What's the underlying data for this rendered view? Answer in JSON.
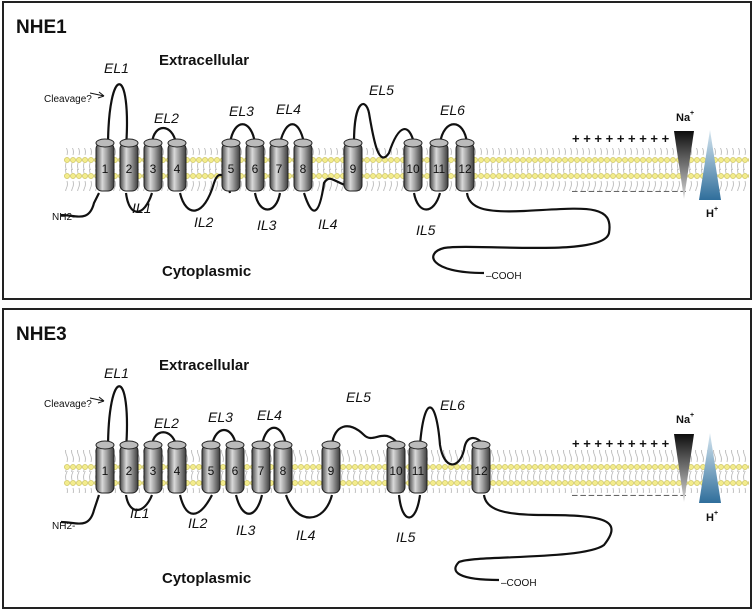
{
  "panels": [
    {
      "title": "NHE1",
      "extracellular": "Extracellular",
      "cytoplasmic": "Cytoplasmic",
      "cleavage": "Cleavage?",
      "nterm": "NH2-",
      "cterm": "–COOH",
      "na": "Na",
      "h": "H",
      "plus": "+ + + + + + + + +",
      "minus": "– – – – – – – – – – – – – –",
      "helices": [
        "1",
        "2",
        "3",
        "4",
        "5",
        "6",
        "7",
        "8",
        "9",
        "10",
        "11",
        "12"
      ],
      "loops": {
        "el1": "EL1",
        "el2": "EL2",
        "el3": "EL3",
        "el4": "EL4",
        "el5": "EL5",
        "el6": "EL6",
        "il1": "IL1",
        "il2": "IL2",
        "il3": "IL3",
        "il4": "IL4",
        "il5": "IL5"
      }
    },
    {
      "title": "NHE3",
      "extracellular": "Extracellular",
      "cytoplasmic": "Cytoplasmic",
      "cleavage": "Cleavage?",
      "nterm": "NH2-",
      "cterm": "–COOH",
      "na": "Na",
      "h": "H",
      "plus": "+ + + + + + + + +",
      "minus": "– – – – – – – – – – – – – –",
      "helices": [
        "1",
        "2",
        "3",
        "4",
        "5",
        "6",
        "7",
        "8",
        "9",
        "10",
        "11",
        "12"
      ],
      "loops": {
        "el1": "EL1",
        "el2": "EL2",
        "el3": "EL3",
        "el4": "EL4",
        "el5": "EL5",
        "el6": "EL6",
        "il1": "IL1",
        "il2": "IL2",
        "il3": "IL3",
        "il4": "IL4",
        "il5": "IL5"
      }
    }
  ],
  "colors": {
    "lipid_head": "#f3ec8c",
    "lipid_tail": "#bdbdbd",
    "helix": "#8a8a8a",
    "na_gradient": "#111111",
    "h_gradient": "#2f6e9b"
  }
}
